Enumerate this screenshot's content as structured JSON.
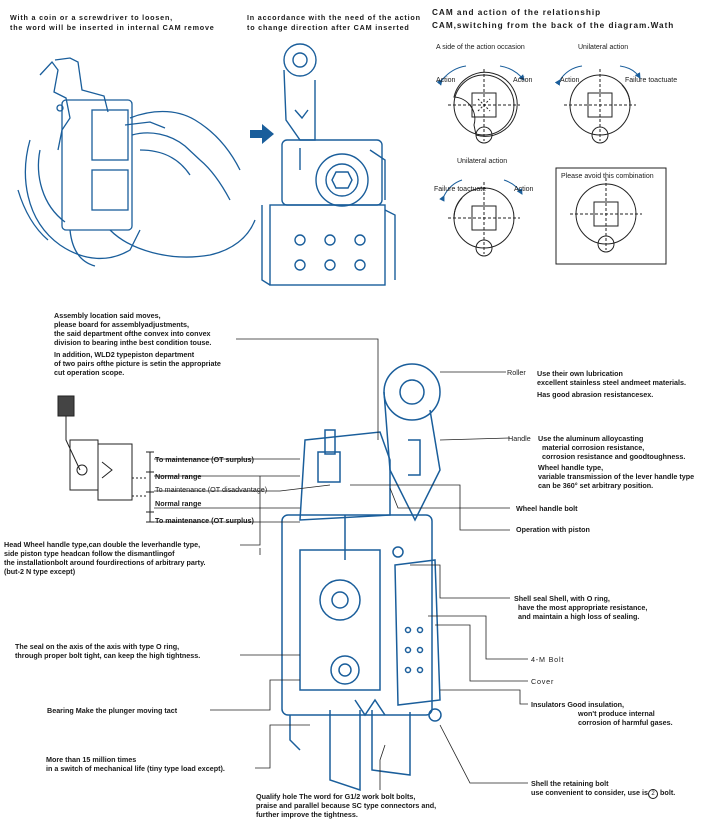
{
  "top_left": {
    "line1": "With a coin or a screwdriver to loosen,",
    "line2": "the word will be inserted in internal CAM remove"
  },
  "top_middle": {
    "line1": "In accordance with the need of the action",
    "line2": "to change direction after CAM inserted"
  },
  "cam": {
    "title1": "CAM and action of the relationship",
    "title2": "CAM,switching from the back of the diagram.Wath",
    "panels": [
      {
        "caption": "A side of the action occasion",
        "left": "Action",
        "right": "Action"
      },
      {
        "caption": "Unilateral action",
        "left": "Action",
        "right": "Failure toactuate"
      },
      {
        "caption": "Unilateral action",
        "left": "Failure toactuate",
        "right": "Action"
      },
      {
        "caption": "Please avoid this combination"
      }
    ]
  },
  "assembly": {
    "l1": "Assembly location said moves,",
    "l2": "please board for assemblyadjustments,",
    "l3": "the said department ofthe convex into convex",
    "l4": "division to bearing inthe best condition touse.",
    "l5": "In addition, WLD2 typepiston department",
    "l6": "of two pairs ofthe picture is setin the appropriate",
    "l7": "cut operation scope."
  },
  "ranges": {
    "r1": "To maintenance (OT surplus)",
    "r2": "Normal range",
    "r3": "To maintenance (OT disadvantage)",
    "r4": "Normal range",
    "r5": "To maintenance (OT surplus)"
  },
  "head": {
    "l1": "Head  Wheel handle type,can double the leverhandle type,",
    "l2": "side piston type headcan follow the dismantlingof",
    "l3": "the installationbolt around fourdirections of arbitrary party.",
    "l4": "(but-2 N type except)"
  },
  "seal_axis": {
    "l1": "The seal on the axis of the axis with type O ring,",
    "l2": "through proper bolt tight, can keep the high tightness."
  },
  "bearing": "Bearing  Make the plunger moving tact",
  "life": {
    "l1": "More than 15 million times",
    "l2": "in a switch of mechanical life (tiny type load except)."
  },
  "qualify": {
    "l1": "Qualify hole  The word for G1/2 work bolt bolts,",
    "l2": "praise and parallel because SC type connectors and,",
    "l3": "further improve the tightness."
  },
  "roller": {
    "label": "Roller",
    "l1": "Use their own lubrication",
    "l2": "excellent stainless steel andmeet materials.",
    "l3": "Has good abrasion resistancesex."
  },
  "handle": {
    "label": "Handle",
    "l1": "Use the aluminum alloycasting",
    "l2": "material corrosion resistance,",
    "l3": "corrosion resistance and goodtoughness.",
    "l4": "Wheel handle type,",
    "l5": "variable transmission of the lever handle type",
    "l6": "can be 360°  set arbitrary position."
  },
  "wheel_bolt": "Wheel handle bolt",
  "piston": "Operation with piston",
  "shell_seal": {
    "l1": "Shell seal   Shell, with O ring,",
    "l2": "have the most appropriate resistance,",
    "l3": "and maintain a high loss of sealing."
  },
  "m_bolt": "4-M  Bolt",
  "cover": "Cover",
  "insulators": {
    "l1": "Insulators  Good insulation,",
    "l2": "won't produce internal",
    "l3": "corrosion of harmful gases."
  },
  "retaining": {
    "l1": "Shell the retaining bolt",
    "l2": "use convenient to consider, use is",
    "circled": "2",
    "l3": " bolt."
  },
  "colors": {
    "ink": "#1a5e9b",
    "text": "#1a1a1a"
  }
}
